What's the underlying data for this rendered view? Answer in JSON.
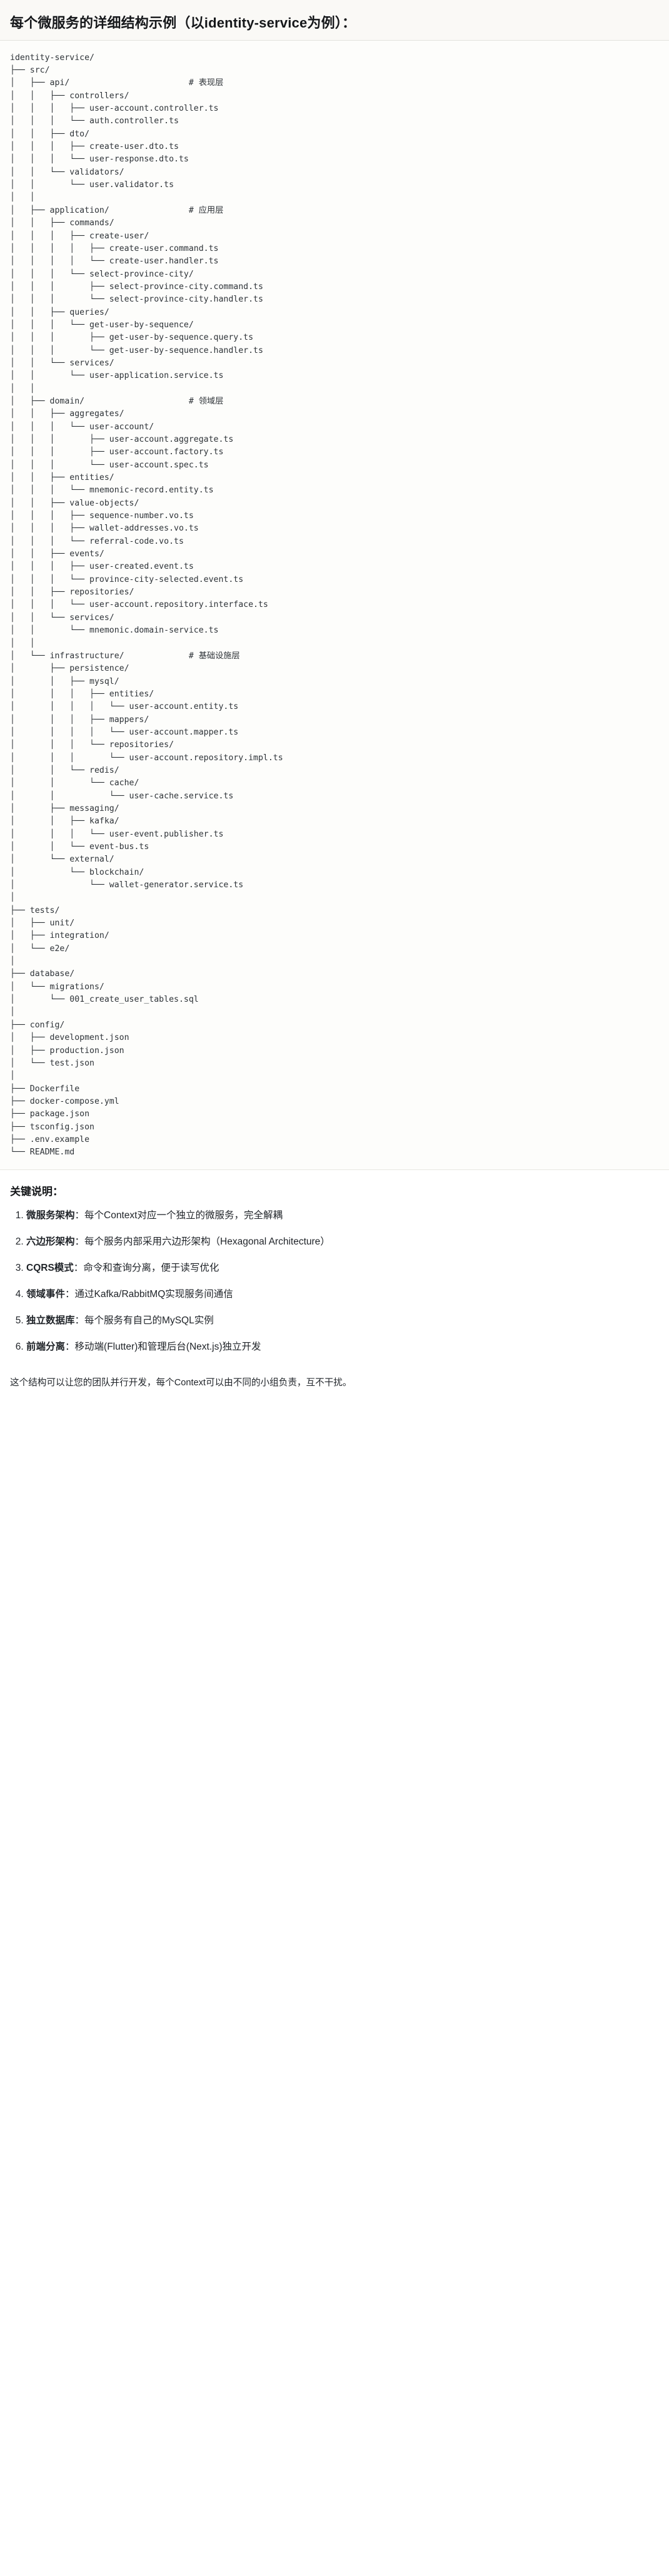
{
  "heading": {
    "text": "每个微服务的详细结构示例（以identity-service为例）："
  },
  "tree": {
    "root": "identity-service/",
    "comments": [
      {
        "label": "# 表现层",
        "for": "api/"
      },
      {
        "label": "# 应用层",
        "for": "application/"
      },
      {
        "label": "# 领域层",
        "for": "domain/"
      },
      {
        "label": "# 基础设施层",
        "for": "infrastructure/"
      }
    ],
    "text": "identity-service/\n├── src/\n│   ├── api/                        # 表现层\n│   │   ├── controllers/\n│   │   │   ├── user-account.controller.ts\n│   │   │   └── auth.controller.ts\n│   │   ├── dto/\n│   │   │   ├── create-user.dto.ts\n│   │   │   └── user-response.dto.ts\n│   │   └── validators/\n│   │       └── user.validator.ts\n│   │\n│   ├── application/                # 应用层\n│   │   ├── commands/\n│   │   │   ├── create-user/\n│   │   │   │   ├── create-user.command.ts\n│   │   │   │   └── create-user.handler.ts\n│   │   │   └── select-province-city/\n│   │   │       ├── select-province-city.command.ts\n│   │   │       └── select-province-city.handler.ts\n│   │   ├── queries/\n│   │   │   └── get-user-by-sequence/\n│   │   │       ├── get-user-by-sequence.query.ts\n│   │   │       └── get-user-by-sequence.handler.ts\n│   │   └── services/\n│   │       └── user-application.service.ts\n│   │\n│   ├── domain/                     # 领域层\n│   │   ├── aggregates/\n│   │   │   └── user-account/\n│   │   │       ├── user-account.aggregate.ts\n│   │   │       ├── user-account.factory.ts\n│   │   │       └── user-account.spec.ts\n│   │   ├── entities/\n│   │   │   └── mnemonic-record.entity.ts\n│   │   ├── value-objects/\n│   │   │   ├── sequence-number.vo.ts\n│   │   │   ├── wallet-addresses.vo.ts\n│   │   │   └── referral-code.vo.ts\n│   │   ├── events/\n│   │   │   ├── user-created.event.ts\n│   │   │   └── province-city-selected.event.ts\n│   │   ├── repositories/\n│   │   │   └── user-account.repository.interface.ts\n│   │   └── services/\n│   │       └── mnemonic.domain-service.ts\n│   │\n│   └── infrastructure/             # 基础设施层\n│       ├── persistence/\n│       │   ├── mysql/\n│       │   │   ├── entities/\n│       │   │   │   └── user-account.entity.ts\n│       │   │   ├── mappers/\n│       │   │   │   └── user-account.mapper.ts\n│       │   │   └── repositories/\n│       │   │       └── user-account.repository.impl.ts\n│       │   └── redis/\n│       │       └── cache/\n│       │           └── user-cache.service.ts\n│       ├── messaging/\n│       │   ├── kafka/\n│       │   │   └── user-event.publisher.ts\n│       │   └── event-bus.ts\n│       └── external/\n│           └── blockchain/\n│               └── wallet-generator.service.ts\n│\n├── tests/\n│   ├── unit/\n│   ├── integration/\n│   └── e2e/\n│\n├── database/\n│   └── migrations/\n│       └── 001_create_user_tables.sql\n│\n├── config/\n│   ├── development.json\n│   ├── production.json\n│   └── test.json\n│\n├── Dockerfile\n├── docker-compose.yml\n├── package.json\n├── tsconfig.json\n├── .env.example\n└── README.md"
  },
  "notes": {
    "title": "关键说明：",
    "items": [
      {
        "term": "微服务架构",
        "sep": "：",
        "desc": "每个Context对应一个独立的微服务，完全解耦"
      },
      {
        "term": "六边形架构",
        "sep": "：",
        "desc": "每个服务内部采用六边形架构（Hexagonal Architecture）"
      },
      {
        "term": "CQRS模式",
        "sep": "：",
        "desc": "命令和查询分离，便于读写优化"
      },
      {
        "term": "领域事件",
        "sep": "：",
        "desc": "通过Kafka/RabbitMQ实现服务间通信"
      },
      {
        "term": "独立数据库",
        "sep": "：",
        "desc": "每个服务有自己的MySQL实例"
      },
      {
        "term": "前端分离",
        "sep": "：",
        "desc": "移动端(Flutter)和管理后台(Next.js)独立开发"
      }
    ]
  },
  "closing": {
    "text": "这个结构可以让您的团队并行开发，每个Context可以由不同的小组负责，互不干扰。"
  }
}
